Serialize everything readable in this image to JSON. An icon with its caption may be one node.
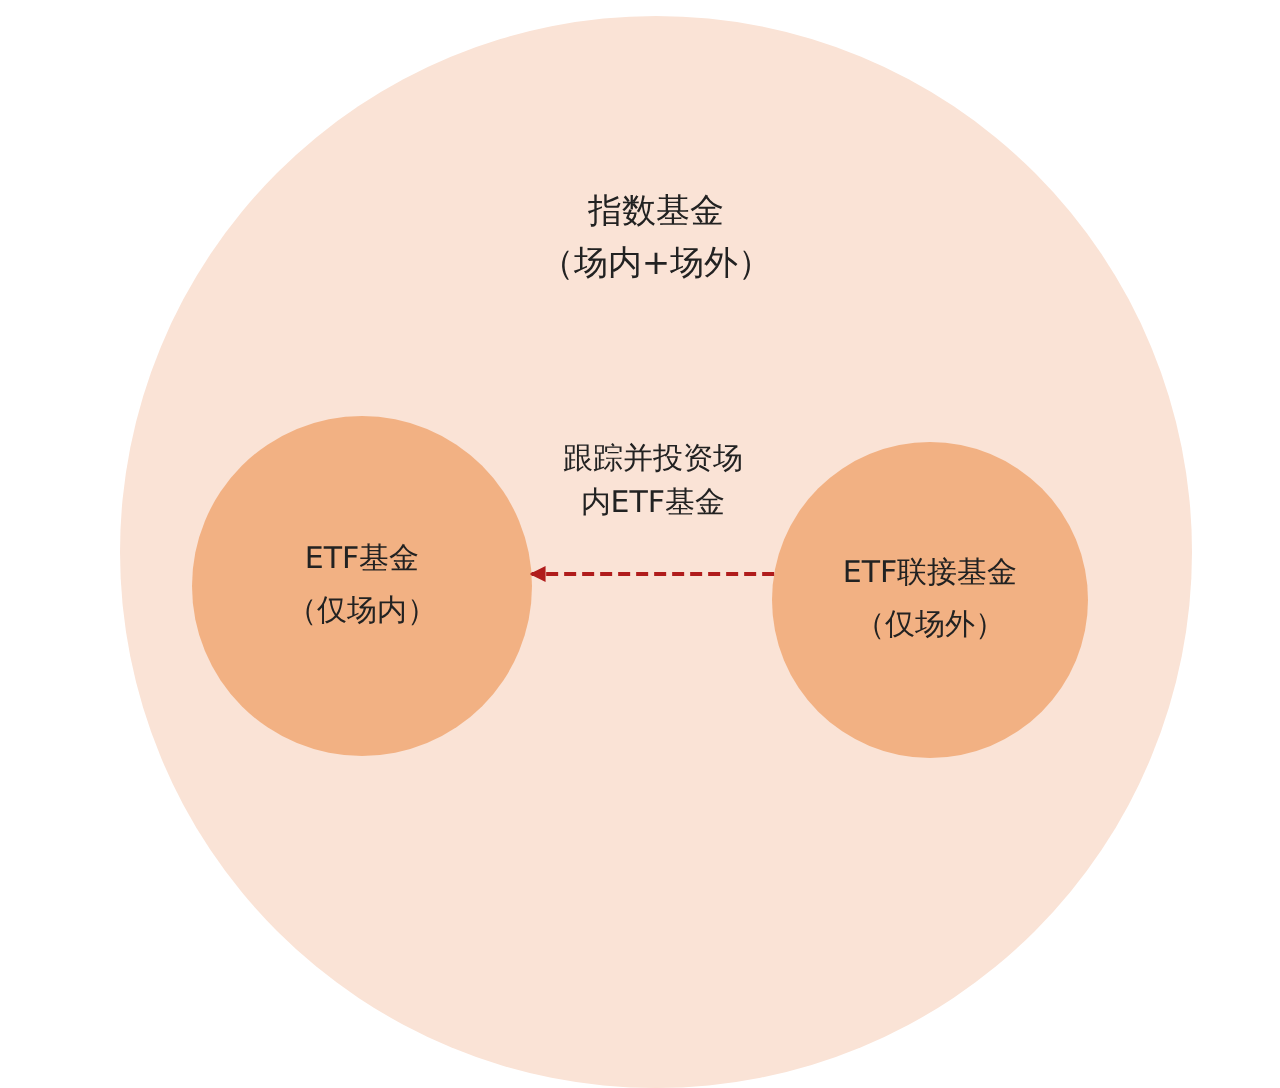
{
  "diagram": {
    "nodes": [
      {
        "text": [
          "指数基金",
          "（场内+场外）"
        ]
      },
      {
        "text": [
          "ETF基金",
          "（仅场内）"
        ],
        "in": 0
      },
      {
        "text": [
          "ETF联接基金",
          "（仅场外）"
        ],
        "in": 0
      }
    ],
    "edges": [
      {
        "from": 2,
        "to": 1,
        "arrow": "to",
        "label": "跟踪并投资场内ETF基金",
        "style": "dashed",
        "color": "#b01c1c"
      }
    ]
  }
}
